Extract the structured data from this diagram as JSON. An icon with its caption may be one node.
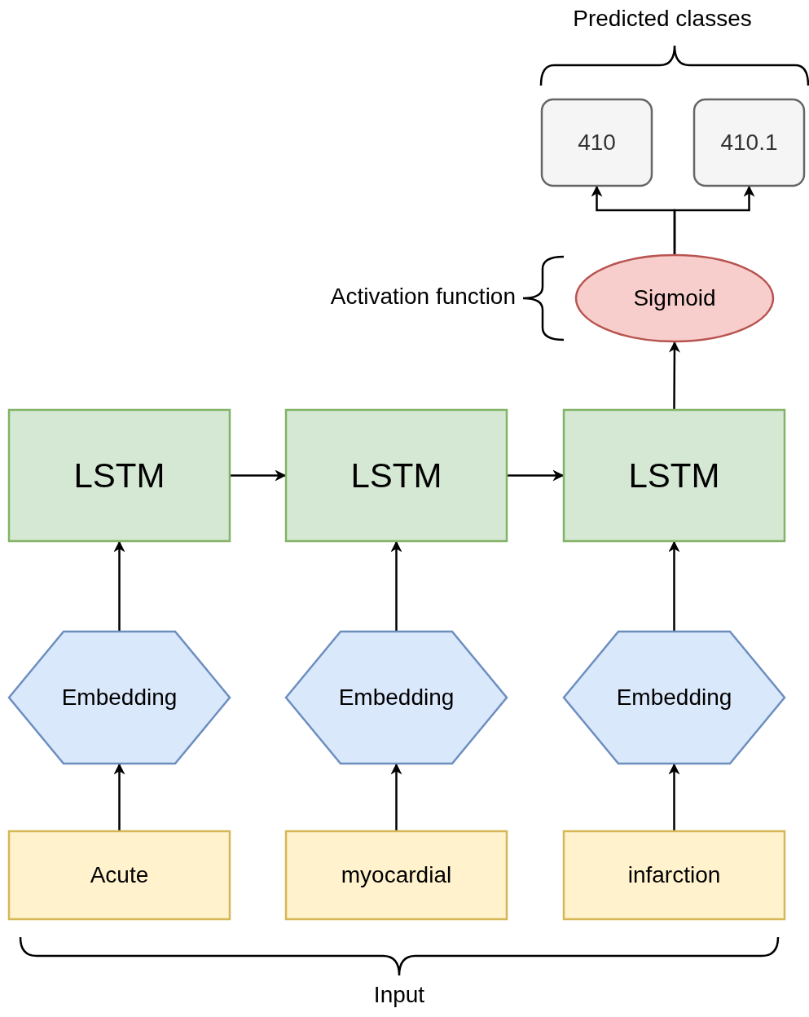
{
  "diagram": {
    "nodes": [
      {
        "text": [
          "410"
        ]
      },
      {
        "text": [
          "410.1"
        ]
      },
      {
        "text": [
          "Sigmoid"
        ]
      },
      {
        "text": [
          "LSTM"
        ]
      },
      {
        "text": [
          "LSTM"
        ]
      },
      {
        "text": [
          "LSTM"
        ]
      },
      {
        "text": [
          "Embedding"
        ]
      },
      {
        "text": [
          "Embedding"
        ]
      },
      {
        "text": [
          "Embedding"
        ]
      },
      {
        "text": [
          "Acute"
        ]
      },
      {
        "text": [
          "myocardial"
        ]
      },
      {
        "text": [
          "infarction"
        ]
      }
    ],
    "edges": [
      {
        "from": 2,
        "to": 0,
        "arrow": "to"
      },
      {
        "from": 2,
        "to": 1,
        "arrow": "to"
      },
      {
        "from": 3,
        "to": 4,
        "arrow": "to"
      },
      {
        "from": 4,
        "to": 5,
        "arrow": "to"
      },
      {
        "from": 5,
        "to": 2,
        "arrow": "to"
      },
      {
        "from": 6,
        "to": 3,
        "arrow": "to"
      },
      {
        "from": 7,
        "to": 4,
        "arrow": "to"
      },
      {
        "from": 8,
        "to": 5,
        "arrow": "to"
      },
      {
        "from": 9,
        "to": 6,
        "arrow": "to"
      },
      {
        "from": 10,
        "to": 7,
        "arrow": "to"
      },
      {
        "from": 11,
        "to": 8,
        "arrow": "to"
      }
    ],
    "labels": [
      "Predicted classes",
      "Activation function",
      "Input"
    ]
  }
}
